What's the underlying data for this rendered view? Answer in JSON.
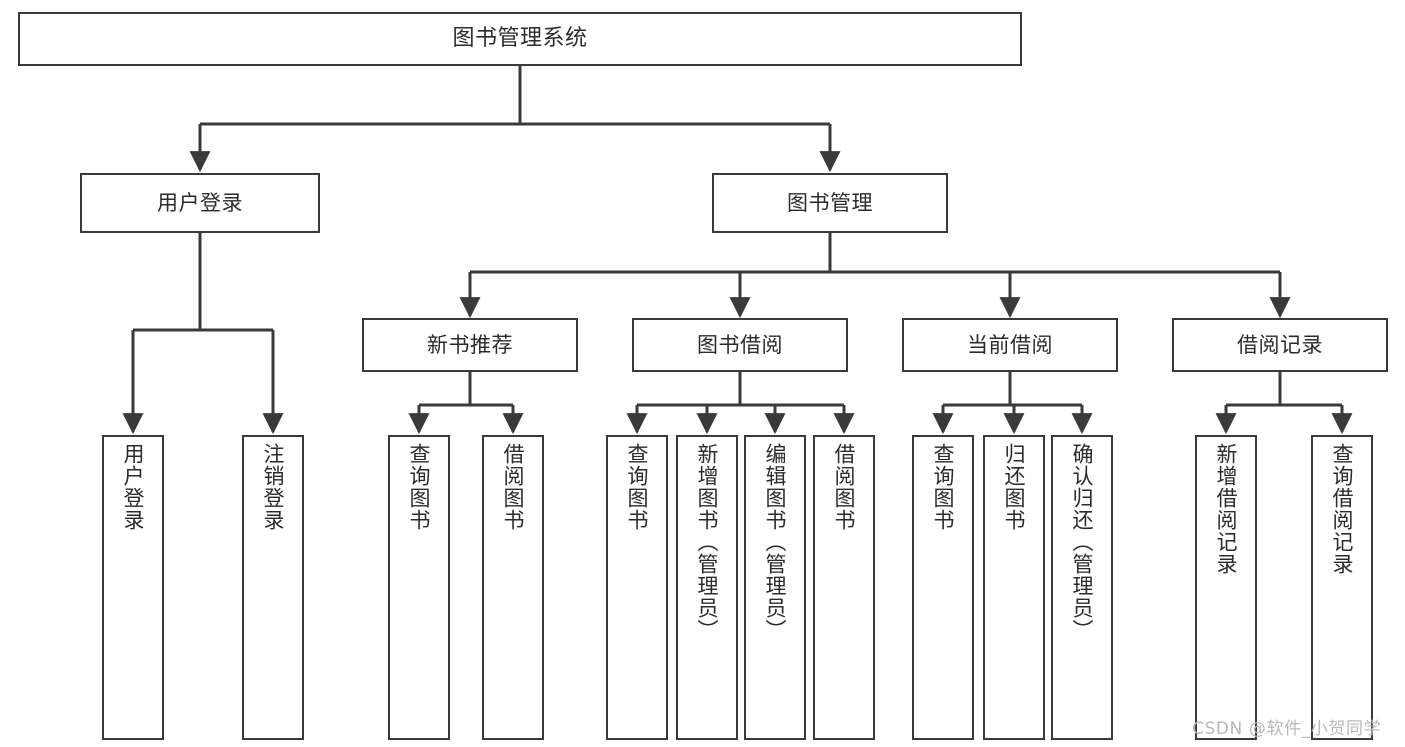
{
  "diagram": {
    "title": "图书管理系统",
    "type": "hierarchy-tree",
    "line_color": "#3a3a3a",
    "text_color": "#2b2b2b",
    "background": "#ffffff"
  },
  "nodes": {
    "root": {
      "label": "图书管理系统"
    },
    "level2": [
      {
        "label": "用户登录"
      },
      {
        "label": "图书管理"
      }
    ],
    "level3": [
      {
        "label": "新书推荐"
      },
      {
        "label": "图书借阅"
      },
      {
        "label": "当前借阅"
      },
      {
        "label": "借阅记录"
      }
    ],
    "leaves": {
      "user_login": [
        {
          "label": "用户登录"
        },
        {
          "label": "注销登录"
        }
      ],
      "new_book": [
        {
          "label": "查询图书"
        },
        {
          "label": "借阅图书"
        }
      ],
      "book_borrow": [
        {
          "label": "查询图书"
        },
        {
          "label": "新增图书（管理员）"
        },
        {
          "label": "编辑图书（管理员）"
        },
        {
          "label": "借阅图书"
        }
      ],
      "current_borrow": [
        {
          "label": "查询图书"
        },
        {
          "label": "归还图书"
        },
        {
          "label": "确认归还（管理员）"
        }
      ],
      "borrow_record": [
        {
          "label": "新增借阅记录"
        },
        {
          "label": "查询借阅记录"
        }
      ]
    }
  },
  "watermark": {
    "text": "CSDN @软件_小贺同学"
  }
}
